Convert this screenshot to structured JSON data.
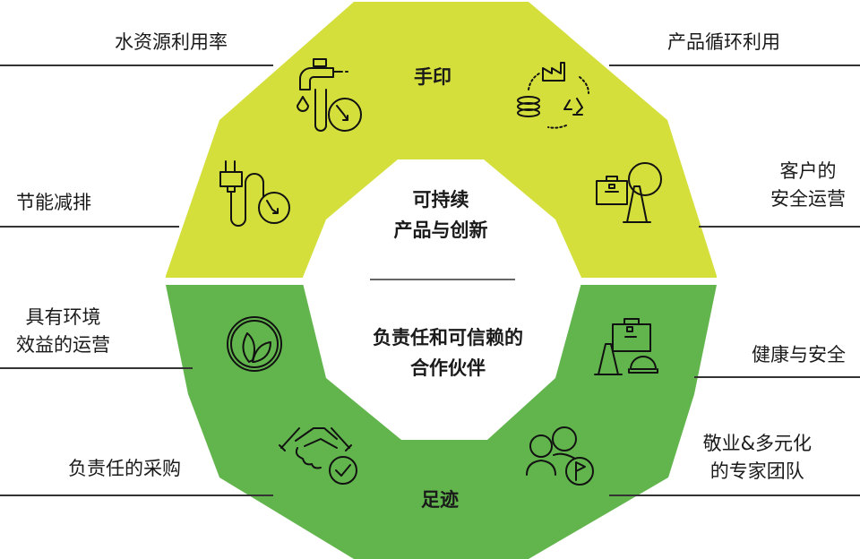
{
  "colors": {
    "handprint": "#d4df3c",
    "footprint": "#62b54d",
    "line": "#333333"
  },
  "sections": {
    "handprint": "手印",
    "footprint": "足迹"
  },
  "center": {
    "top": [
      "可持续",
      "产品与创新"
    ],
    "bottom": [
      "负责任和可信赖的",
      "合作伙伴"
    ]
  },
  "labels": {
    "water": [
      "水资源利用率"
    ],
    "energy": [
      "节能减排"
    ],
    "environment": [
      "具有环境",
      "效益的运营"
    ],
    "procurement": [
      "负责任的采购"
    ],
    "circular": [
      "产品循环利用"
    ],
    "customer_safety": [
      "客户的",
      "安全运营"
    ],
    "health_safety": [
      "健康与安全"
    ],
    "team": [
      "敬业&多元化",
      "的专家团队"
    ]
  },
  "icons": [
    "faucet-icon",
    "plug-icon",
    "recycle-factory-icon",
    "safety-kit-globe-icon",
    "leaf-icon",
    "handshake-icon",
    "health-safety-icon",
    "people-flag-icon"
  ]
}
